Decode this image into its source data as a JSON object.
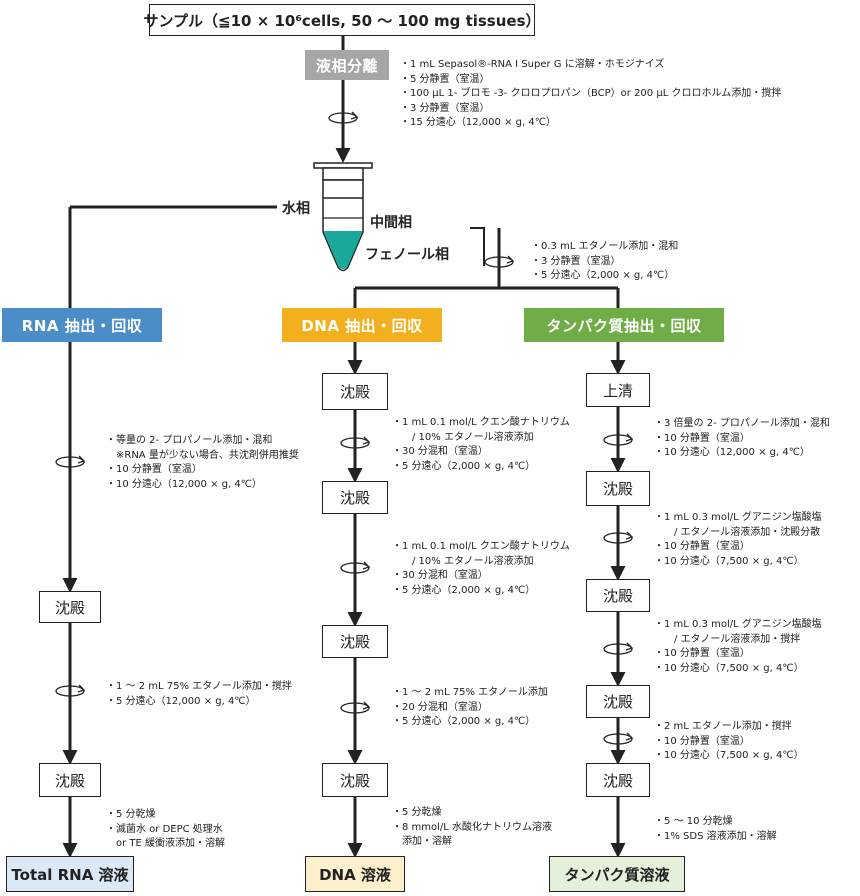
{
  "sample": "サンプル（≦10 × 10⁶cells, 50 〜 100 mg tissues）",
  "separation": {
    "label": "液相分離",
    "steps": "・1 mL Sepasol®-RNA I Super G に溶解・ホモジナイズ\n・5 分静置（室温）\n・100 µL 1- ブロモ -3- クロロプロパン（BCP）or 200 µL クロロホルム添加・撹拌\n・3 分静置（室温）\n・15 分遠心（12,000 × g, 4℃）"
  },
  "tube": {
    "aqueous": "水相",
    "interphase": "中間相",
    "phenol": "フェノール相"
  },
  "phenol_steps": "・0.3 mL エタノール添加・混和\n・3 分静置（室温）\n・5 分遠心（2,000 × g, 4℃）",
  "rna": {
    "label": "RNA 抽出・回収",
    "steps1": "・等量の 2- プロパノール添加・混和\n　※RNA 量が少ない場合、共沈剤併用推奨\n・10 分静置（室温）\n・10 分遠心（12,000 × g, 4℃）",
    "box1": "沈殿",
    "steps2": "・1 〜 2 mL 75% エタノール添加・撹拌\n・5 分遠心（12,000 × g, 4℃）",
    "box2": "沈殿",
    "steps3": "・5 分乾燥\n・滅菌水 or DEPC 処理水\n　or TE 緩衝液添加・溶解",
    "final": "Total RNA 溶液"
  },
  "dna": {
    "label": "DNA 抽出・回収",
    "box1": "沈殿",
    "steps1": "・1 mL 0.1 mol/L クエン酸ナトリウム\n　　/ 10% エタノール溶液添加\n・30 分混和（室温）\n・5 分遠心（2,000 × g, 4℃）",
    "box2": "沈殿",
    "steps2": "・1 mL 0.1 mol/L クエン酸ナトリウム\n　　/ 10% エタノール溶液添加\n・30 分混和（室温）\n・5 分遠心（2,000 × g, 4℃）",
    "box3": "沈殿",
    "steps3": "・1 〜 2 mL 75% エタノール添加\n・20 分混和（室温）\n・5 分遠心（2,000 × g, 4℃）",
    "box4": "沈殿",
    "steps4": "・5 分乾燥\n・8 mmol/L 水酸化ナトリウム溶液\n　添加・溶解",
    "final": "DNA 溶液"
  },
  "protein": {
    "label": "タンパク質抽出・回収",
    "box0": "上清",
    "steps1": "・3 倍量の 2- プロパノール添加・混和\n・10 分静置（室温）\n・10 分遠心（12,000 × g, 4℃）",
    "box1": "沈殿",
    "steps2": "・1 mL 0.3 mol/L グアニジン塩酸塩\n　　/ エタノール溶液添加・沈殿分散\n・10 分静置（室温）\n・10 分遠心（7,500 × g, 4℃）",
    "box2": "沈殿",
    "steps3": "・1 mL 0.3 mol/L グアニジン塩酸塩\n　　/ エタノール溶液添加・撹拌\n・10 分静置（室温）\n・10 分遠心（7,500 × g, 4℃）",
    "box3": "沈殿",
    "steps4": "・2 mL エタノール添加・撹拌\n・10 分静置（室温）\n・10 分遠心（7,500 × g, 4℃）",
    "box4": "沈殿",
    "steps5": "・5 〜 10 分乾燥\n・1% SDS 溶液添加・溶解",
    "final": "タンパク質溶液"
  },
  "colors": {
    "rna": "#4a8dc8",
    "dna": "#f2b01e",
    "protein": "#70ad47",
    "separation": "#a6a6a6",
    "tube_liquid": "#1aa89b"
  }
}
